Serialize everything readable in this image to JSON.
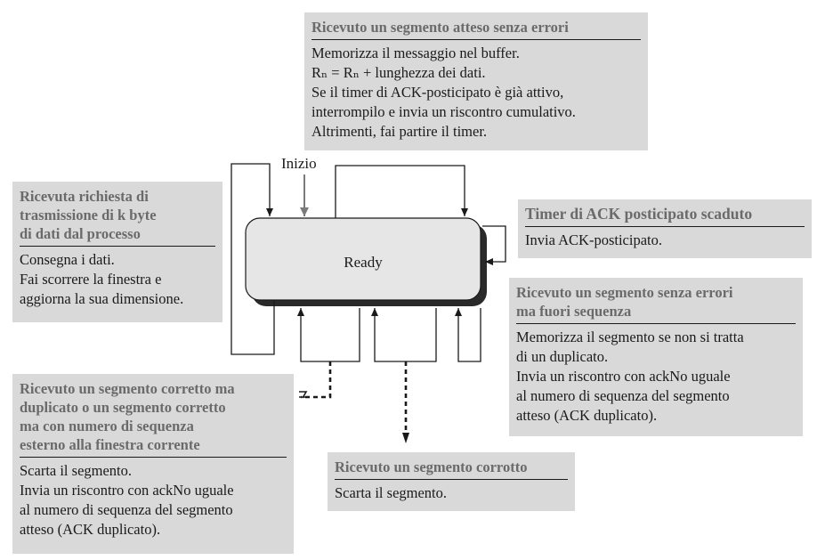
{
  "state": {
    "label": "Ready",
    "start_label": "Inizio"
  },
  "boxes": {
    "top": {
      "title": "Ricevuto un segmento atteso senza errori",
      "lines": [
        "Memorizza il messaggio nel buffer.",
        "Rₙ = Rₙ + lunghezza dei dati.",
        "Se il timer di ACK-posticipato è già attivo,",
        "interrompilo e invia un riscontro cumulativo.",
        "Altrimenti, fai partire il timer."
      ]
    },
    "left": {
      "title_lines": [
        "Ricevuta richiesta di",
        "trasmissione di k byte",
        "di dati dal processo"
      ],
      "lines": [
        "Consegna i dati.",
        "Fai scorrere la finestra e",
        "aggiorna la sua dimensione."
      ]
    },
    "right_top": {
      "title": "Timer di ACK posticipato scaduto",
      "lines": [
        "Invia ACK-posticipato."
      ]
    },
    "right_bottom": {
      "title_lines": [
        "Ricevuto un segmento senza errori",
        "ma fuori sequenza"
      ],
      "lines": [
        "Memorizza il segmento se non si tratta",
        "di un duplicato.",
        "Invia un riscontro con ackNo uguale",
        "al numero di sequenza del segmento",
        "atteso (ACK duplicato)."
      ]
    },
    "bottom_left": {
      "title_lines": [
        "Ricevuto un segmento corretto ma",
        "duplicato o un segmento corretto",
        "ma con numero di sequenza",
        "esterno alla finestra corrente"
      ],
      "lines": [
        "Scarta il segmento.",
        "Invia un riscontro con ackNo uguale",
        "al numero di sequenza del segmento",
        "atteso (ACK duplicato)."
      ]
    },
    "bottom_mid": {
      "title": "Ricevuto un segmento corrotto",
      "lines": [
        "Scarta il segmento."
      ]
    }
  },
  "colors": {
    "box_fill": "#d9d9d9",
    "title_text": "#6a6a6a",
    "state_fill": "#e6e6e6",
    "line": "#1a1a1a"
  }
}
